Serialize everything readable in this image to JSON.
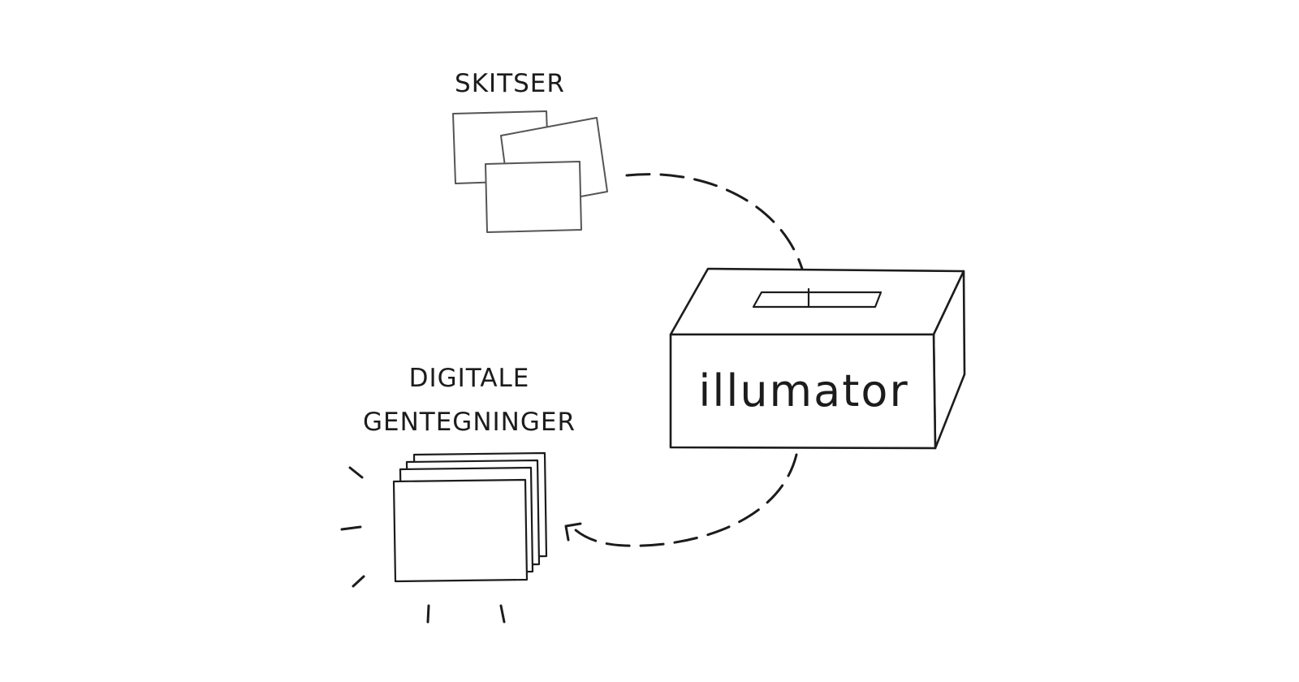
{
  "labels": {
    "sketches": "SKITSER",
    "digital_line1": "DIGITALE",
    "digital_line2": "GENTEGNINGER",
    "box": "illumator"
  },
  "icons": {
    "sketches": "sketch-papers-icon",
    "box": "submission-box-icon",
    "output": "digital-drawings-stack-icon"
  },
  "colors": {
    "ink": "#1c1c1c",
    "background": "#ffffff"
  }
}
